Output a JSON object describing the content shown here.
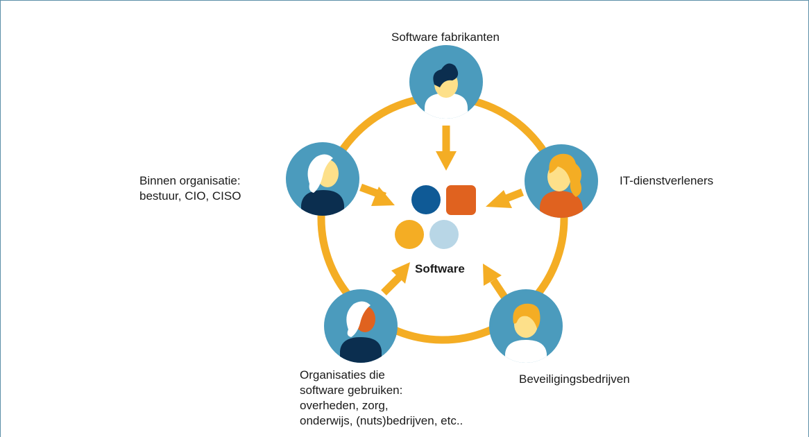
{
  "center": {
    "label": "Software",
    "colors": [
      "#0f5a96",
      "#e0621f",
      "#f4ad24",
      "#b8d6e6"
    ]
  },
  "nodes": {
    "fabrikanten": {
      "label": "Software fabrikanten"
    },
    "it": {
      "label": "IT-dienstverleners"
    },
    "beveiliging": {
      "label": "Beveiligingsbedrijven"
    },
    "organisaties": {
      "label_lines": [
        "Organisaties die",
        "software gebruiken:",
        "overheden, zorg,",
        "onderwijs, (nuts)bedrijven, etc.."
      ]
    },
    "binnen": {
      "label_lines": [
        "Binnen organisatie:",
        "bestuur, CIO, CISO"
      ]
    }
  },
  "colors": {
    "ring": "#f4ad24",
    "avatar_bg": "#4b9bbd",
    "navy": "#0b2e4f",
    "orange": "#e0621f",
    "skin": "#fde08a",
    "white": "#ffffff"
  }
}
